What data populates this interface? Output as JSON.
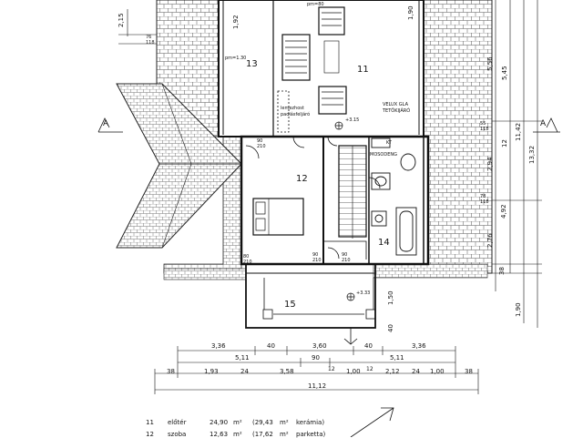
{
  "rooms": {
    "r11": "11",
    "r12": "12",
    "r13": "13",
    "r14": "14",
    "r15": "15"
  },
  "notes": {
    "pm_top": "pm=80",
    "pm_left": "pm=1.30",
    "lemezhost": "lemezhost",
    "padlasfeljaro": "padlásfeljáró",
    "velux1": "VELUX GLA",
    "velux2": "TETŐKIJÁRÓ",
    "mosodeng": "MOSODENG",
    "kt": "KT",
    "elev1": "+3.15",
    "elev2": "+3.33",
    "sect_a": "A"
  },
  "dims": {
    "bottom_row1": [
      "3,36",
      "40",
      "3,60",
      "40",
      "3,36"
    ],
    "bottom_row2": [
      "5,11",
      "90",
      "5,11"
    ],
    "bottom_row3": [
      "38",
      "1,93",
      "24",
      "3,58",
      "12",
      "1,00",
      "12",
      "2,12",
      "24",
      "1,00",
      "38"
    ],
    "bottom_total": "11,12",
    "right_col1": [
      "5,56",
      "2,94",
      "4,92",
      "38"
    ],
    "right_col2": [
      "5,45",
      "12",
      "2,76"
    ],
    "right_col3": [
      "11,42"
    ],
    "right_col4": [
      "13,32",
      "1,90"
    ],
    "left_top": "2,15",
    "openings": [
      "90",
      "210",
      "80",
      "210",
      "90",
      "210",
      "90",
      "210",
      "1,50",
      "40",
      "55",
      "118",
      "78",
      "118",
      "76",
      "118",
      "1,92",
      "1,90"
    ]
  },
  "legend": [
    {
      "no": "11",
      "name": "előtér",
      "area": "24,90",
      "unit": "m²",
      "extra": "(29,43",
      "extra_unit": "m²",
      "finish": "kerámia)"
    },
    {
      "no": "12",
      "name": "szoba",
      "area": "12,63",
      "unit": "m²",
      "extra": "(17,62",
      "extra_unit": "m²",
      "finish": "parketta)"
    }
  ]
}
